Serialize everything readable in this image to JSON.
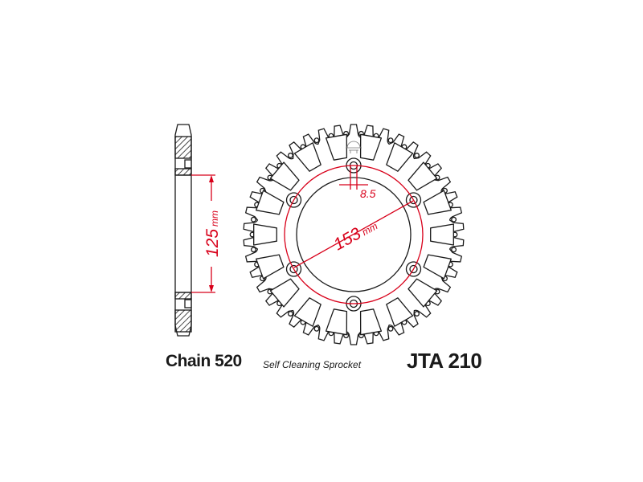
{
  "labels": {
    "chain": "Chain 520",
    "description": "Self Cleaning Sprocket",
    "part_number": "JTA 210"
  },
  "dimensions": {
    "center_bore": "125",
    "center_bore_unit": "mm",
    "bolt_circle": "153",
    "bolt_circle_unit": "mm",
    "bolt_hole": "8.5"
  },
  "sprocket": {
    "teeth": 42,
    "bolt_holes": 6,
    "windows": 18
  },
  "colors": {
    "line": "#1a1a1a",
    "dimension": "#d8001a"
  }
}
